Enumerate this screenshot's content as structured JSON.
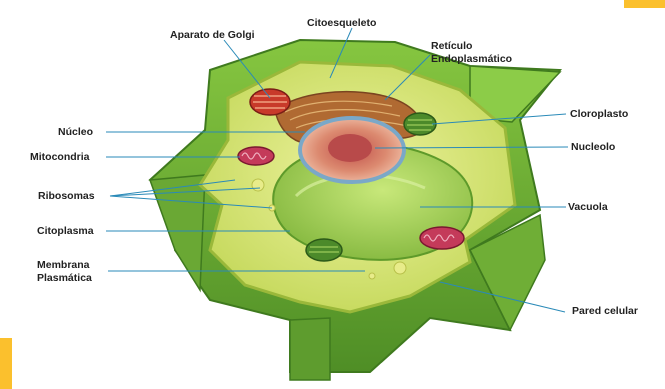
{
  "labels": {
    "golgi": "Aparato de Golgi",
    "citoesqueleto": "Citoesqueleto",
    "reticulo_line1": "Retículo",
    "reticulo_line2": "Endoplasmático",
    "cloroplasto": "Cloroplasto",
    "nucleo": "Núcleo",
    "nucleolo": "Nucleolo",
    "mitocondria": "Mitocondria",
    "ribosomas": "Ribosomas",
    "vacuola": "Vacuola",
    "citoplasma": "Citoplasma",
    "membrana_line1": "Membrana",
    "membrana_line2": "Plasmática",
    "pared_celular": "Pared celular"
  },
  "colors": {
    "cell_wall_dark": "#4e8a2a",
    "cell_wall_light": "#7cbc3c",
    "cytoplasm": "#d8e676",
    "vacuole": "#9ccc4c",
    "nucleus": "#d0705a",
    "nucleolus": "#b84a4a",
    "leader_line": "#2a8ab8",
    "accent": "#fbc02d"
  }
}
